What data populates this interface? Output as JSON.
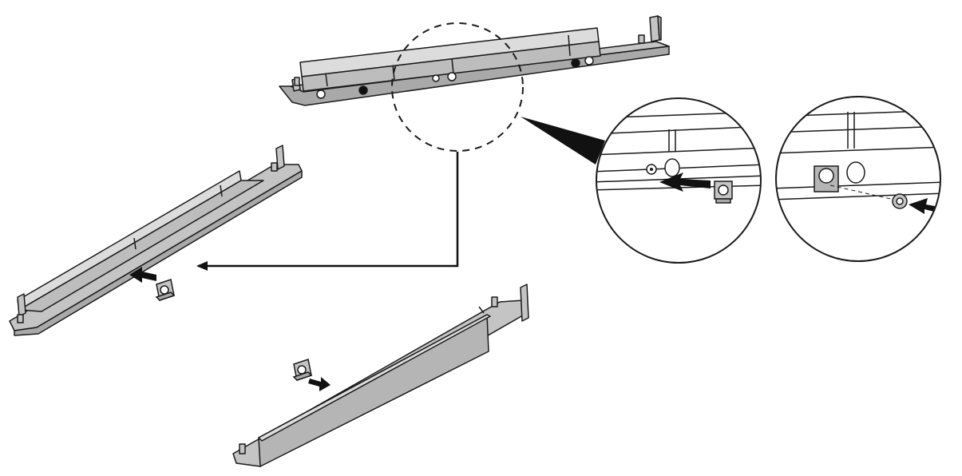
{
  "figure": {
    "kind": "assembly-diagram",
    "text_labels": [],
    "colors": {
      "background": "#ffffff",
      "outline": "#1a1a1a",
      "rail_face": "#c4c4c4",
      "rail_shade": "#a9a9a9",
      "rail_light": "#dcdcdc",
      "arrow": "#111111"
    },
    "parts": [
      {
        "id": "rail-assembled",
        "description_icon": "rail-icon"
      },
      {
        "id": "rail-left",
        "description_icon": "rail-icon"
      },
      {
        "id": "rail-right",
        "description_icon": "rail-icon"
      },
      {
        "id": "cage-nut-left",
        "description_icon": "cage-nut-icon"
      },
      {
        "id": "cage-nut-right",
        "description_icon": "cage-nut-icon"
      },
      {
        "id": "detail-cage-nut",
        "description_icon": "magnifier-icon"
      },
      {
        "id": "detail-screw",
        "description_icon": "magnifier-icon"
      }
    ]
  }
}
